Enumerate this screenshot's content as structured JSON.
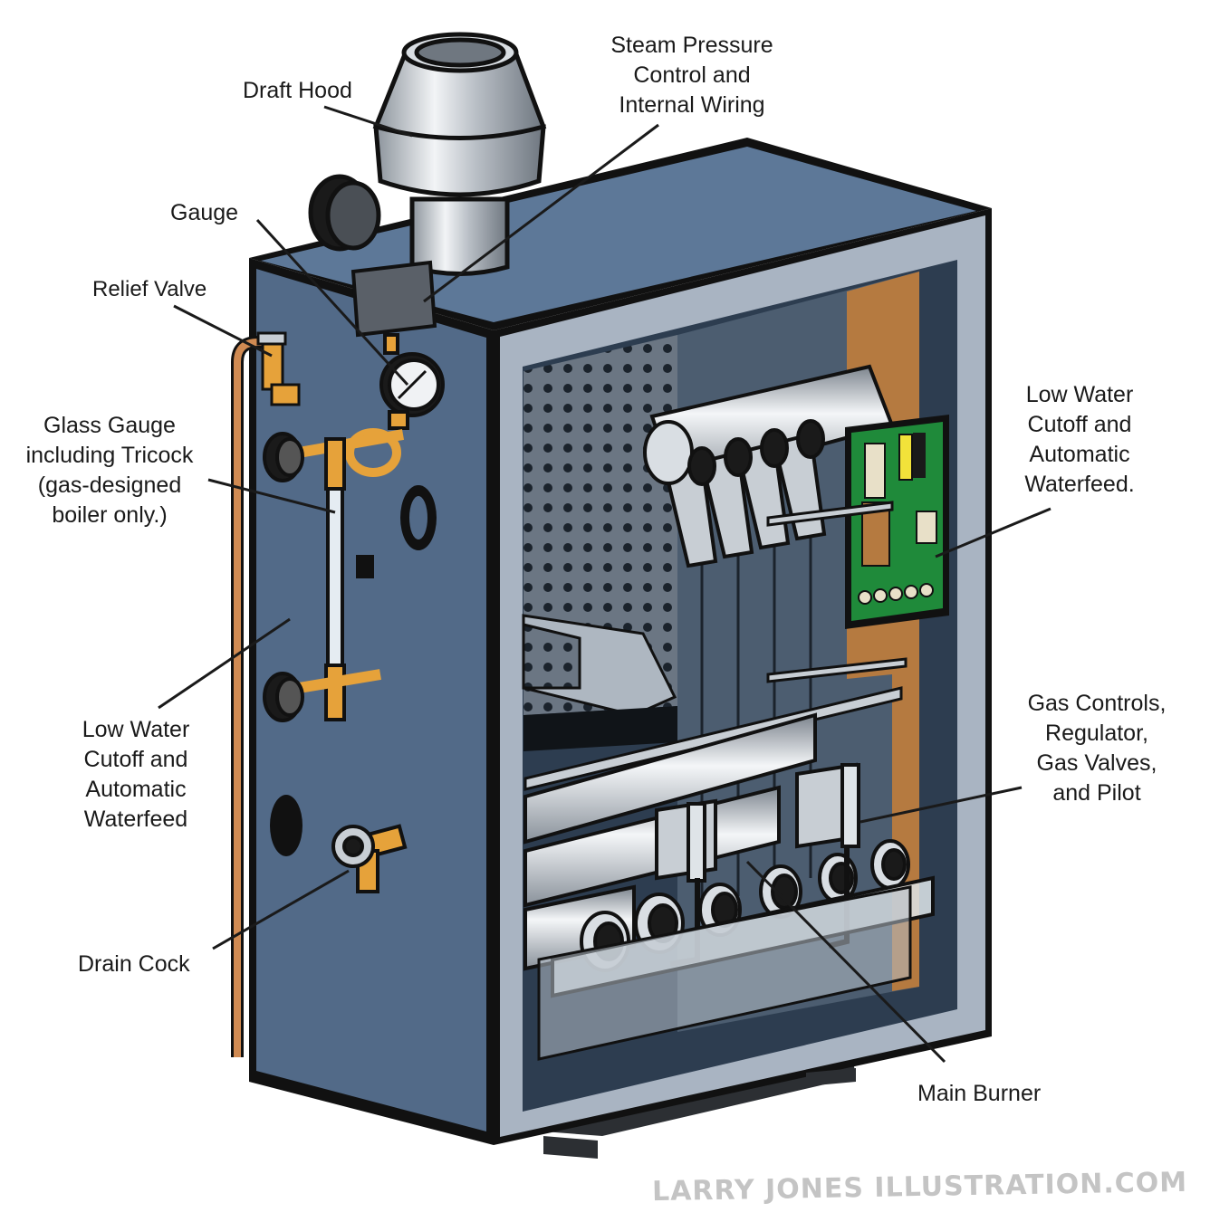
{
  "labels": {
    "draft_hood": "Draft Hood",
    "steam_pressure": "Steam Pressure\nControl and\nInternal Wiring",
    "gauge": "Gauge",
    "relief_valve": "Relief Valve",
    "glass_gauge": "Glass Gauge\nincluding Tricock\n(gas-designed\nboiler only.)",
    "low_water_right": "Low Water\nCutoff and\nAutomatic\nWaterfeed.",
    "low_water_left": "Low Water\nCutoff and\nAutomatic\nWaterfeed",
    "gas_controls": "Gas Controls,\nRegulator,\nGas Valves,\nand Pilot",
    "drain_cock": "Drain Cock",
    "main_burner": "Main Burner"
  },
  "credit": "LARRY JONES ILLUSTRATION.COM",
  "colors": {
    "cabinet_side": "#526a88",
    "cabinet_top": "#5d7898",
    "frame": "#a9b4c2",
    "interior": "#2d3d50",
    "copper": "#d08a52",
    "brass": "#e6a23a",
    "insulation": "#b57a40"
  }
}
